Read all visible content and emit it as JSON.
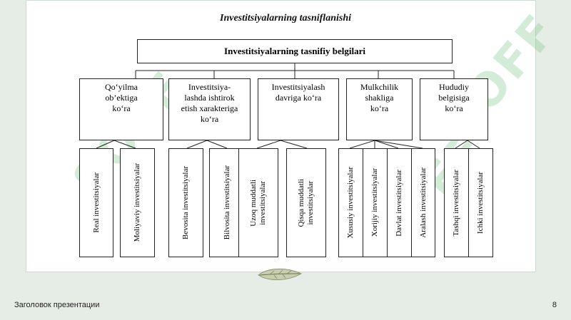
{
  "title": "Investitsiyalarning tasniflanishi",
  "top_box": "Investitsiyalarning tasnifiy belgilari",
  "categories": [
    "Qo‘yilma\nob’ektiga\nko‘ra",
    "Investitsiya-\nlashda ishtirok\netish xarakteriga\nko‘ra",
    "Investitsiyalash\ndavriga ko‘ra",
    "Mulkchilik\nshakliga\nko‘ra",
    "Hududiy\nbelgisiga\nko‘ra"
  ],
  "leaves": [
    "Real investitsiyalar",
    "Moliyaviy investitsiyalar",
    "Bevosita investitsiyalar",
    "Bilvosita investitsiyalar",
    "Uzoq muddatli\ninvestitsiyalar",
    "Qisqa muddatli\ninvestitsiyalar",
    "Xususiy investitsiyalar",
    "Xorijiy investitsiyalar",
    "Davlat investitsiyalar",
    "Aralash investitsiyalar",
    "Tashqi investitsiyalar",
    "Ichki investitsiyalar"
  ],
  "watermark": "SOFF",
  "footer": {
    "left": "Заголовок презентации",
    "page": "8"
  },
  "colors": {
    "background": "#e6ede7",
    "watermark": "#82c88c"
  }
}
